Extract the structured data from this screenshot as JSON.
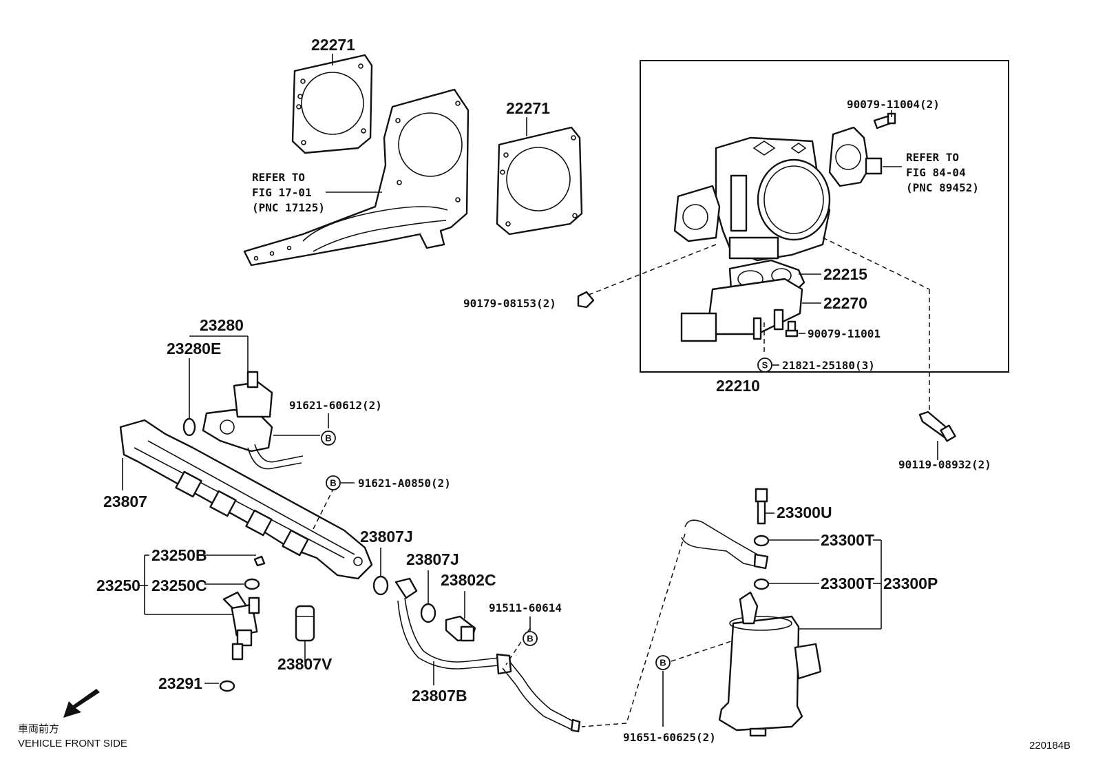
{
  "labels": {
    "gasket_top": "22271",
    "gasket_right": "22271",
    "refer_17_line1": "REFER TO",
    "refer_17_line2": "FIG 17-01",
    "refer_17_line3": "(PNC 17125)",
    "screw_11004": "90079-11004(2)",
    "refer_84_line1": "REFER TO",
    "refer_84_line2": "FIG 84-04",
    "refer_84_line3": "(PNC 89452)",
    "bolt_08153": "90179-08153(2)",
    "gasket_22215": "22215",
    "valve_22270": "22270",
    "screw_11001": "90079-11001",
    "screw_21821": "21821-25180(3)",
    "throttle_body": "22210",
    "bolt_08932": "90119-08932(2)",
    "regulator": "23280",
    "regulator_oring": "23280E",
    "bolt_60612": "91621-60612(2)",
    "bolt_a0850": "91621-A0850(2)",
    "delivery_pipe": "23807",
    "gasket_23807j_a": "23807J",
    "gasket_23807j_b": "23807J",
    "union_bolt": "23802C",
    "bolt_60614": "91511-60614",
    "injector_23250b": "23250B",
    "injector_assy": "23250",
    "injector_23250c": "23250C",
    "injector_insulator": "23291",
    "spacer_23807v": "23807V",
    "fuel_pipe": "23807B",
    "bolt_23300u": "23300U",
    "gasket_23300t_a": "23300T",
    "gasket_23300t_b": "23300T",
    "fuel_filter": "23300P",
    "bolt_60625": "91651-60625(2)",
    "front_jp": "車両前方",
    "front_en": "VEHICLE FRONT SIDE",
    "figure_code": "220184B"
  },
  "markers": {
    "b": "B",
    "s": "S"
  }
}
